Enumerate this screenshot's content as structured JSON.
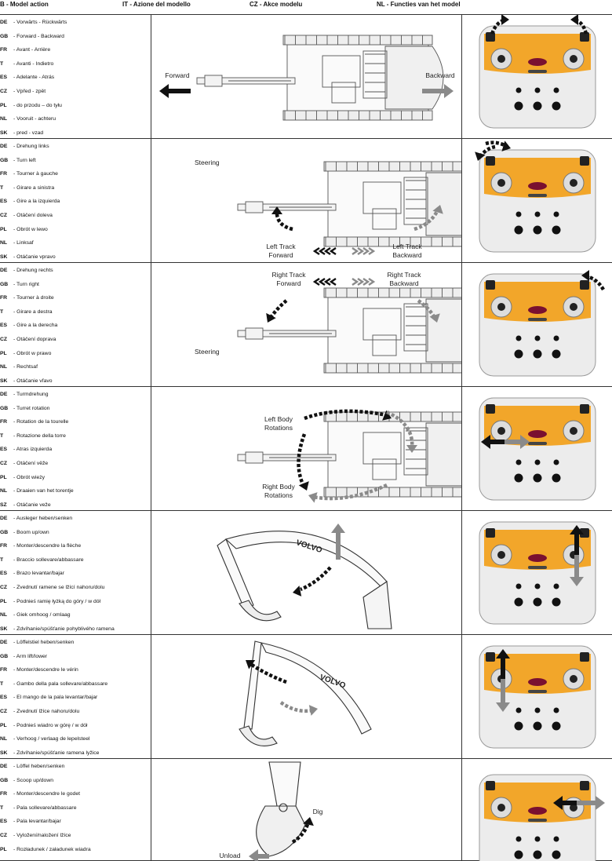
{
  "header": {
    "col1": "B - Model action",
    "col2": "IT - Azione del modello",
    "col3": "CZ - Akce modelu",
    "col4": "NL - Functies van het model"
  },
  "colors": {
    "accent": "#f2a62a",
    "arrow_dark": "#111111",
    "arrow_gray": "#8a8a8a"
  },
  "rows": [
    {
      "lines": [
        {
          "code": "DE",
          "text": "- Vorwärts - Rückwärts"
        },
        {
          "code": "GB",
          "text": "- Forward - Backward"
        },
        {
          "code": "FR",
          "text": "- Avant - Arrière"
        },
        {
          "code": "T",
          "text": "- Avanti - Indietro"
        },
        {
          "code": "ES",
          "text": "- Adelante - Atrás"
        },
        {
          "code": "CZ",
          "text": "- Vpřed - zpět"
        },
        {
          "code": "PL",
          "text": "- do przodu – do tyłu"
        },
        {
          "code": "NL",
          "text": "- Vooruit - achteru"
        },
        {
          "code": "SK",
          "text": "- pred - vzad"
        }
      ],
      "labels": [
        "Forward",
        "Backward"
      ]
    },
    {
      "lines": [
        {
          "code": "DE",
          "text": "- Drehung links"
        },
        {
          "code": "GB",
          "text": "- Turn left"
        },
        {
          "code": "FR",
          "text": "- Tourner à gauche"
        },
        {
          "code": "T",
          "text": "- Girare a sinistra"
        },
        {
          "code": "ES",
          "text": "- Gire a la izquierda"
        },
        {
          "code": "CZ",
          "text": "- Otáčení doleva"
        },
        {
          "code": "PL",
          "text": "- Obrót w lewo"
        },
        {
          "code": "NL",
          "text": "- Linksaf"
        },
        {
          "code": "SK",
          "text": "- Otáčanie vpravo"
        }
      ],
      "labels": [
        "Steering",
        "Left Track",
        "Forward",
        "Left Track",
        "Backward"
      ]
    },
    {
      "lines": [
        {
          "code": "DE",
          "text": "- Drehung rechts"
        },
        {
          "code": "GB",
          "text": "- Turn right"
        },
        {
          "code": "FR",
          "text": "- Tourner à droite"
        },
        {
          "code": "T",
          "text": "- Girare a destra"
        },
        {
          "code": "ES",
          "text": "- Gire a la derecha"
        },
        {
          "code": "CZ",
          "text": "- Otáčení doprava"
        },
        {
          "code": "PL",
          "text": "- Obrót w prawo"
        },
        {
          "code": "NL",
          "text": "- Rechtsaf"
        },
        {
          "code": "SK",
          "text": "- Otáčanie vľavo"
        }
      ],
      "labels": [
        "Right Track",
        "Forward",
        "Right Track",
        "Backward",
        "Steering"
      ]
    },
    {
      "lines": [
        {
          "code": "DE",
          "text": "- Turmdrehung"
        },
        {
          "code": "GB",
          "text": "- Turret rotation"
        },
        {
          "code": "FR",
          "text": "- Rotation de la tourelle"
        },
        {
          "code": "T",
          "text": "- Rotazione della torre"
        },
        {
          "code": "ES",
          "text": "- Atras izquierda"
        },
        {
          "code": "CZ",
          "text": "- Otáčení věže"
        },
        {
          "code": "PL",
          "text": "- Obrót wieży"
        },
        {
          "code": "NL",
          "text": "- Draaien van het torentje"
        },
        {
          "code": "SZ",
          "text": "- Otáčanie veže"
        }
      ],
      "labels": [
        "Left Body",
        "Rotations",
        "Right Body",
        "Rotations"
      ]
    },
    {
      "lines": [
        {
          "code": "DE",
          "text": "- Ausleger heben/senken"
        },
        {
          "code": "GB",
          "text": "- Boom up/own"
        },
        {
          "code": "FR",
          "text": "- Monter/descendre la flèche"
        },
        {
          "code": "T",
          "text": "- Braccio sollevare/abbassare"
        },
        {
          "code": "ES",
          "text": "- Brazo levantar/bajar"
        },
        {
          "code": "CZ",
          "text": "- Zvednutí ramene se lžící nahoru/dolu"
        },
        {
          "code": "PL",
          "text": "- Podnieś ramię łyżką do góry / w dół"
        },
        {
          "code": "NL",
          "text": "- Giek omhoog / omlaag"
        },
        {
          "code": "SK",
          "text": "- Zdvíhanie/spúšťanie pohyblivého ramena"
        }
      ],
      "labels": [
        "VOLVO"
      ]
    },
    {
      "lines": [
        {
          "code": "DE",
          "text": "- Löffelstiel heben/senken"
        },
        {
          "code": "GB",
          "text": "- Arm lift/lower"
        },
        {
          "code": "FR",
          "text": "- Monter/descendre le vérin"
        },
        {
          "code": "T",
          "text": "- Gambo della pala sollevare/abbassare"
        },
        {
          "code": "ES",
          "text": "- El mango de la pala levantar/bajar"
        },
        {
          "code": "CZ",
          "text": "- Zvednutí lžíce nahoru/dolu"
        },
        {
          "code": "PL",
          "text": "- Podnieś wiadro w górę / w dół"
        },
        {
          "code": "NL",
          "text": "- Verhoog / verlaag de lepelsteel"
        },
        {
          "code": "SK",
          "text": "- Zdvíhanie/spúšťanie ramena lyžice"
        }
      ],
      "labels": [
        "VOLVO"
      ]
    },
    {
      "lines": [
        {
          "code": "DE",
          "text": "- Löffel heben/senken"
        },
        {
          "code": "GB",
          "text": "- Scoop up/down"
        },
        {
          "code": "FR",
          "text": "- Monter/descendre le godet"
        },
        {
          "code": "T",
          "text": "- Pala sollevare/abbassare"
        },
        {
          "code": "ES",
          "text": "- Pala levantar/bajar"
        },
        {
          "code": "CZ",
          "text": "- Vyložení/naložení lžíce"
        },
        {
          "code": "PL",
          "text": "- Rozładunek / załadunek wiadra"
        }
      ],
      "labels": [
        "Dig",
        "Unload"
      ]
    }
  ]
}
